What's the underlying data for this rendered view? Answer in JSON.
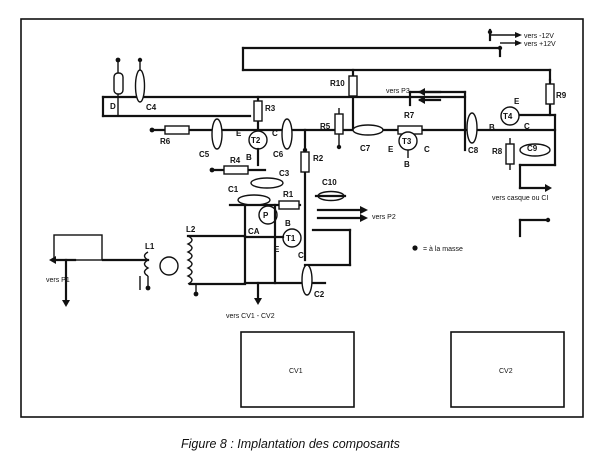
{
  "caption": "Figure 8 : Implantation des composants",
  "legend": {
    "ground": "= à la masse"
  },
  "boards": {
    "cv1": "CV1",
    "cv2": "CV2"
  },
  "destinations": {
    "minus12": "vers -12V",
    "plus12": "vers +12V",
    "p3": "vers P3",
    "p2": "vers P2",
    "p1": "vers P1",
    "cv": "vers CV1 - CV2",
    "casque": "vers casque ou CI"
  },
  "labels": {
    "D": "D",
    "C4a": "C4",
    "R6": "R6",
    "C5": "C5",
    "R3": "R3",
    "T2": "T2",
    "C6": "C6",
    "E1": "E",
    "B1": "B",
    "C1c": "C",
    "R4": "R4",
    "C3": "C3",
    "C1": "C1",
    "R1": "R1",
    "R2": "R2",
    "C10": "C10",
    "P": "P",
    "B2": "B",
    "T1": "T1",
    "E2": "E",
    "C2c": "C",
    "CA": "CA",
    "L1": "L1",
    "L2": "L2",
    "C2": "C2",
    "R10": "R10",
    "R5": "R5",
    "C7": "C7",
    "R7": "R7",
    "T3": "T3",
    "E3": "E",
    "C3c": "C",
    "B3": "B",
    "C8": "C8",
    "R9": "R9",
    "T4": "T4",
    "E4": "E",
    "B4": "B",
    "R8": "R8",
    "C4c": "C",
    "C9": "C9"
  }
}
